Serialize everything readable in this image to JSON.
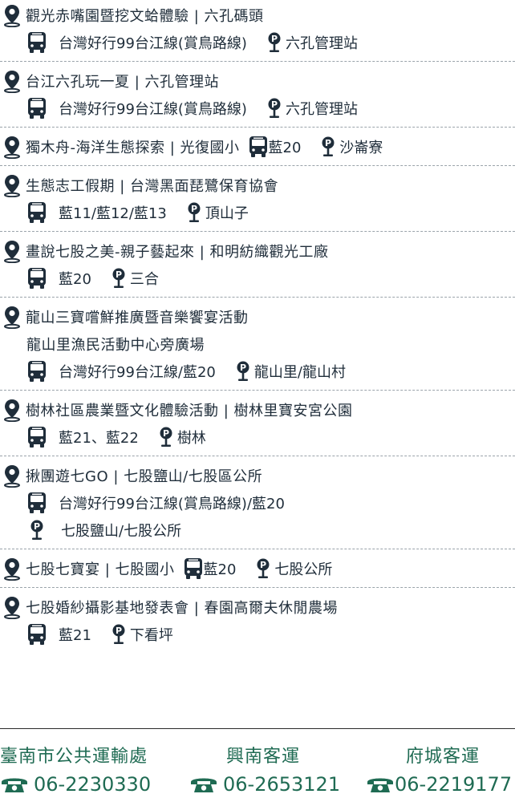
{
  "events": [
    {
      "title": "觀光赤嘴園暨挖文蛤體驗 | 六孔碼頭",
      "bus": "台灣好行99台江線(賞鳥路線)",
      "stop": "六孔管理站"
    },
    {
      "title": "台江六孔玩一夏 | 六孔管理站",
      "bus": "台灣好行99台江線(賞鳥路線)",
      "stop": "六孔管理站"
    },
    {
      "title": "獨木舟-海洋生態探索 | 光復國小",
      "bus": "藍20",
      "stop": "沙崙寮"
    },
    {
      "title": "生態志工假期 | 台灣黑面琵鷺保育協會",
      "bus": "藍11/藍12/藍13",
      "stop": "頂山子"
    },
    {
      "title": "畫說七股之美-親子藝起來 | 和明紡織觀光工廠",
      "bus": "藍20",
      "stop": "三合"
    },
    {
      "title": "龍山三寶嚐鮮推廣暨音樂饗宴活動",
      "subtitle": "龍山里漁民活動中心旁廣場",
      "bus": "台灣好行99台江線/藍20",
      "stop": "龍山里/龍山村"
    },
    {
      "title": "樹林社區農業暨文化體驗活動 | 樹林里寶安宮公園",
      "bus": "藍21、藍22",
      "stop": "樹林"
    },
    {
      "title": "揪團遊七GO | 七股鹽山/七股區公所",
      "bus": "台灣好行99台江線(賞鳥路線)/藍20",
      "stop": "七股鹽山/七股公所"
    },
    {
      "title": "七股七寶宴 | 七股國小",
      "bus": "藍20",
      "stop": "七股公所"
    },
    {
      "title": "七股婚紗攝影基地發表會 | 春園高爾夫休閒農場",
      "bus": "藍21",
      "stop": "下看坪"
    }
  ],
  "contacts": [
    {
      "name": "臺南市公共運輸處",
      "phone": "06-2230330"
    },
    {
      "name": "興南客運",
      "phone": "06-2653121"
    },
    {
      "name": "府城客運",
      "phone": "06-2219177"
    }
  ],
  "colors": {
    "text": "#1f2d3a",
    "icon": "#1f2d3a",
    "footer": "#1f6b53",
    "divider": "#9aa3aa"
  },
  "icons": {
    "location": "map-pin-icon",
    "bus": "bus-icon",
    "stop": "parking-pin-icon",
    "phone": "phone-icon"
  }
}
